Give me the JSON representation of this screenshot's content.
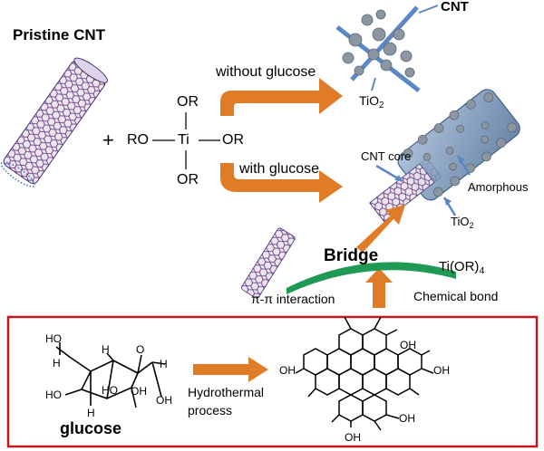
{
  "labels": {
    "pristine_cnt": "Pristine CNT",
    "plus": "+",
    "ti": "Ti",
    "or_top": "OR",
    "or_right": "OR",
    "or_bottom": "OR",
    "ro_left": "RO",
    "without_glucose": "without glucose",
    "with_glucose": "with  glucose",
    "cnt": "CNT",
    "tio2_top": "TiO",
    "tio2_top_sub": "2",
    "cnt_core": "CNT core",
    "amorphous": "Amorphous",
    "tio2_bottom": "TiO",
    "tio2_bottom_sub": "2",
    "bridge": "Bridge",
    "ti_or4": "Ti(OR)",
    "ti_or4_sub": "4",
    "pi_pi": "π-π interaction",
    "chemical_bond": "Chemical bond",
    "glucose": "glucose",
    "hydrothermal": "Hydrothermal",
    "process": "process"
  },
  "glucose_atoms": {
    "ho_1": "HO",
    "h_1": "H",
    "o_ring": "O",
    "h_2": "H",
    "h_3": "H",
    "ho_2": "HO",
    "ho_3": "HO",
    "oh_1": "OH",
    "oh_2": "OH",
    "h_4": "H"
  },
  "carbon_dot_atoms": {
    "oh_top": "OH",
    "oh_left": "OH",
    "oh_right": "OH",
    "oh_bottom_right": "OH",
    "oh_bottom": "OH"
  },
  "colors": {
    "arrow_orange": "#e07b28",
    "frame_red": "#c0191e",
    "bridge_green": "#1f9a55",
    "cnt_blue": "#5b87c5",
    "nanotube_purple": "#6a4b8c",
    "tio2_gray": "#8b96a3",
    "shell_blue": "#6e8fb4"
  }
}
